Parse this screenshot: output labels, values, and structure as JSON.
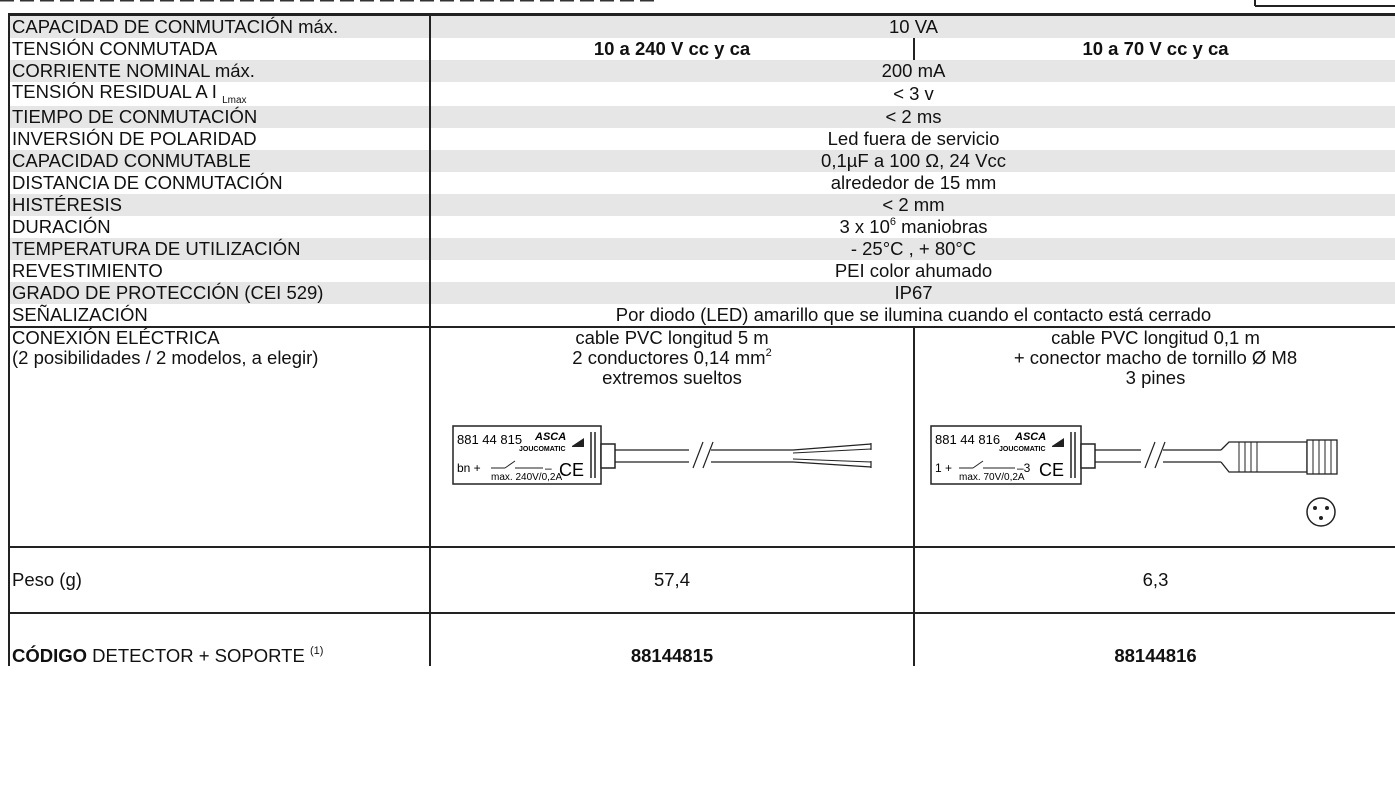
{
  "rows": [
    {
      "label": "CAPACIDAD DE CONMUTACIÓN máx.",
      "value": "10 VA"
    },
    {
      "label": "TENSIÓN CONMUTADA",
      "value_a": "10 a 240 V cc y ca",
      "value_b": "10 a 70 V cc y ca"
    },
    {
      "label": "CORRIENTE NOMINAL máx.",
      "value": "200 mA"
    },
    {
      "label": "TENSIÓN RESIDUAL A I",
      "label_sub": "Lmax",
      "value": "< 3 v"
    },
    {
      "label": "TIEMPO DE CONMUTACIÓN",
      "value": "< 2 ms"
    },
    {
      "label": "INVERSIÓN DE POLARIDAD",
      "value": "Led fuera de servicio"
    },
    {
      "label": "CAPACIDAD CONMUTABLE",
      "value": "0,1µF a 100 Ω, 24 Vcc"
    },
    {
      "label": "DISTANCIA DE CONMUTACIÓN",
      "value": "alrededor de 15 mm"
    },
    {
      "label": "HISTÉRESIS",
      "value": "< 2 mm"
    },
    {
      "label": "DURACIÓN",
      "value_pre": "3 x 10",
      "value_sup": "6",
      "value_post": " maniobras"
    },
    {
      "label": "TEMPERATURA DE UTILIZACIÓN",
      "value": "- 25°C , + 80°C"
    },
    {
      "label": "REVESTIMIENTO",
      "value": "PEI color ahumado"
    },
    {
      "label": "GRADO DE PROTECCIÓN (CEI 529)",
      "value": "IP67"
    },
    {
      "label": "SEÑALIZACIÓN",
      "value": "Por diodo (LED) amarillo que se ilumina cuando el contacto está cerrado"
    }
  ],
  "connection": {
    "label_line1": "CONEXIÓN ELÉCTRICA",
    "label_line2": "(2 posibilidades / 2 modelos, a elegir)",
    "model_a": {
      "line1": "cable PVC longitud 5 m",
      "line2_pre": "2 conductores 0,14 mm",
      "line2_sup": "2",
      "line3": "extremos sueltos",
      "drawing": {
        "code": "881 44 815",
        "brand": "ASCA",
        "sub_brand": "JOUCOMATIC",
        "wire": "bn +",
        "rating": "max. 240V/0,2A",
        "minus": "–",
        "mark": "CE"
      }
    },
    "model_b": {
      "line1": "cable PVC longitud 0,1 m",
      "line2": "+ conector macho de tornillo Ø M8",
      "line3": "3 pines",
      "drawing": {
        "code": "881 44 816",
        "brand": "ASCA",
        "sub_brand": "JOUCOMATIC",
        "wire": "1 +",
        "rating": "max. 70V/0,2A",
        "minus": "–3",
        "mark": "CE"
      }
    }
  },
  "weight": {
    "label": "Peso (g)",
    "value_a": "57,4",
    "value_b": "6,3"
  },
  "code": {
    "label_bold": "CÓDIGO",
    "label_rest": " DETECTOR + SOPORTE ",
    "label_sup": "(1)",
    "value_a": "88144815",
    "value_b": "88144816"
  }
}
